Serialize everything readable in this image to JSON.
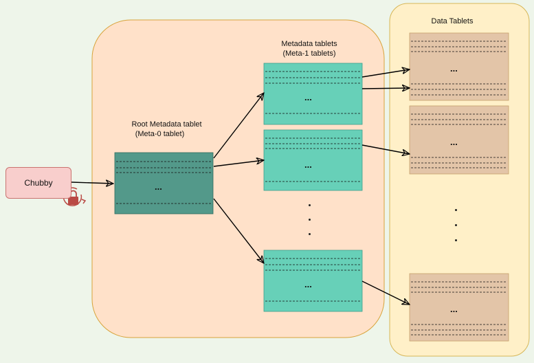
{
  "colors": {
    "background": "#eef5ea",
    "metadata_region": "#ffe1c9",
    "metadata_region_border": "#d7a33a",
    "data_region": "#fff0c8",
    "data_region_border": "#d6b656",
    "root_tablet": "#53998a",
    "meta_tablet": "#67d0b8",
    "data_tablet": "#e3c5a8",
    "chubby": "#f8cecc",
    "lock": "#b94a45"
  },
  "chubby": {
    "label": "Chubby",
    "icon": "lock-icon"
  },
  "root": {
    "title_line1": "Root Metadata tablet",
    "title_line2": "(Meta-0 tablet)",
    "ellipsis": "..."
  },
  "meta": {
    "title_line1": "Metadata tablets",
    "title_line2": "(Meta-1 tablets)",
    "ellipsis": "..."
  },
  "data_tablets": {
    "title": "Data Tablets",
    "ellipsis": "..."
  }
}
